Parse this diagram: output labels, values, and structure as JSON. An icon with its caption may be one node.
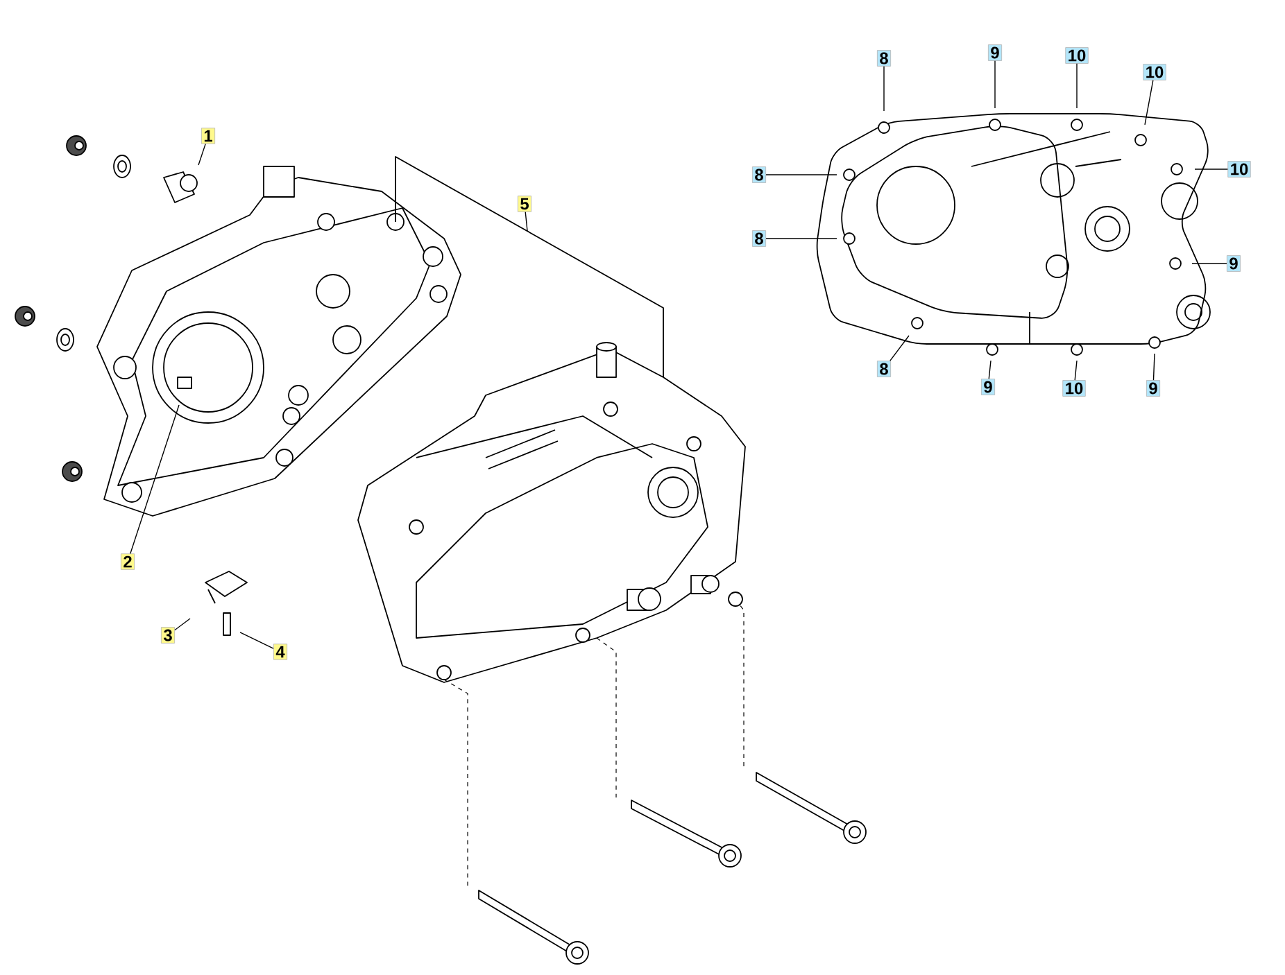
{
  "diagram": {
    "nodes": [
      {
        "text": [
          "1"
        ]
      },
      {
        "text": [
          "2"
        ]
      },
      {
        "text": [
          "3"
        ]
      },
      {
        "text": [
          "4"
        ]
      },
      {
        "text": [
          "5"
        ]
      },
      {
        "text": [
          "8"
        ]
      },
      {
        "text": [
          "9"
        ]
      },
      {
        "text": [
          "10"
        ]
      },
      {
        "text": [
          "10"
        ]
      },
      {
        "text": [
          "8"
        ]
      },
      {
        "text": [
          "10"
        ]
      },
      {
        "text": [
          "8"
        ]
      },
      {
        "text": [
          "9"
        ]
      },
      {
        "text": [
          "8"
        ]
      },
      {
        "text": [
          "9"
        ]
      },
      {
        "text": [
          "10"
        ]
      },
      {
        "text": [
          "9"
        ]
      }
    ],
    "edges": [
      {
        "from": 0,
        "to": null,
        "arrow": "none"
      },
      {
        "from": 1,
        "to": null,
        "arrow": "none"
      },
      {
        "from": 2,
        "to": null,
        "arrow": "none"
      },
      {
        "from": 3,
        "to": null,
        "arrow": "none"
      },
      {
        "from": 4,
        "to": null,
        "arrow": "none"
      },
      {
        "from": 5,
        "to": null,
        "arrow": "none"
      },
      {
        "from": 6,
        "to": null,
        "arrow": "none"
      },
      {
        "from": 7,
        "to": null,
        "arrow": "none"
      },
      {
        "from": 8,
        "to": null,
        "arrow": "none"
      },
      {
        "from": 9,
        "to": null,
        "arrow": "none"
      },
      {
        "from": 10,
        "to": null,
        "arrow": "none"
      },
      {
        "from": 11,
        "to": null,
        "arrow": "none"
      },
      {
        "from": 12,
        "to": null,
        "arrow": "none"
      },
      {
        "from": 13,
        "to": null,
        "arrow": "none"
      },
      {
        "from": 14,
        "to": null,
        "arrow": "none"
      },
      {
        "from": 15,
        "to": null,
        "arrow": "none"
      },
      {
        "from": 16,
        "to": null,
        "arrow": "none"
      }
    ]
  }
}
